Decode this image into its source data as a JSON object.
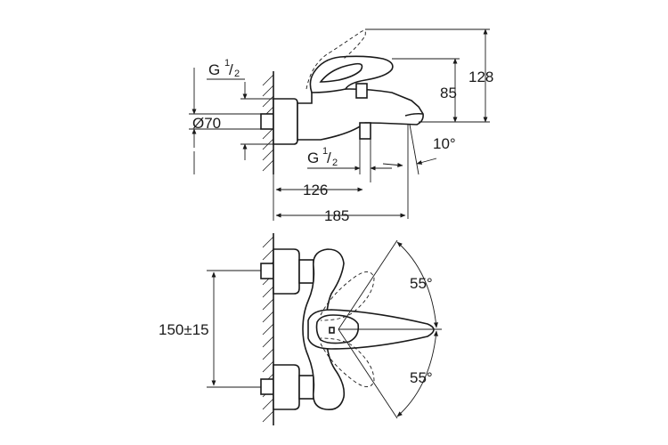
{
  "dimensions": {
    "height_total": "128",
    "height_spout": "85",
    "diameter": "Ø70",
    "thread_top": "G",
    "thread_bottom": "G",
    "thread_frac_num": "1",
    "thread_frac_sep": "/",
    "thread_frac_den": "2",
    "length_outlet": "126",
    "length_total": "185",
    "angle_spout": "10°",
    "centres": "150±15",
    "angle_upper": "55°",
    "angle_lower": "55°"
  },
  "colors": {
    "line": "#1a1a1a",
    "background": "#ffffff"
  }
}
